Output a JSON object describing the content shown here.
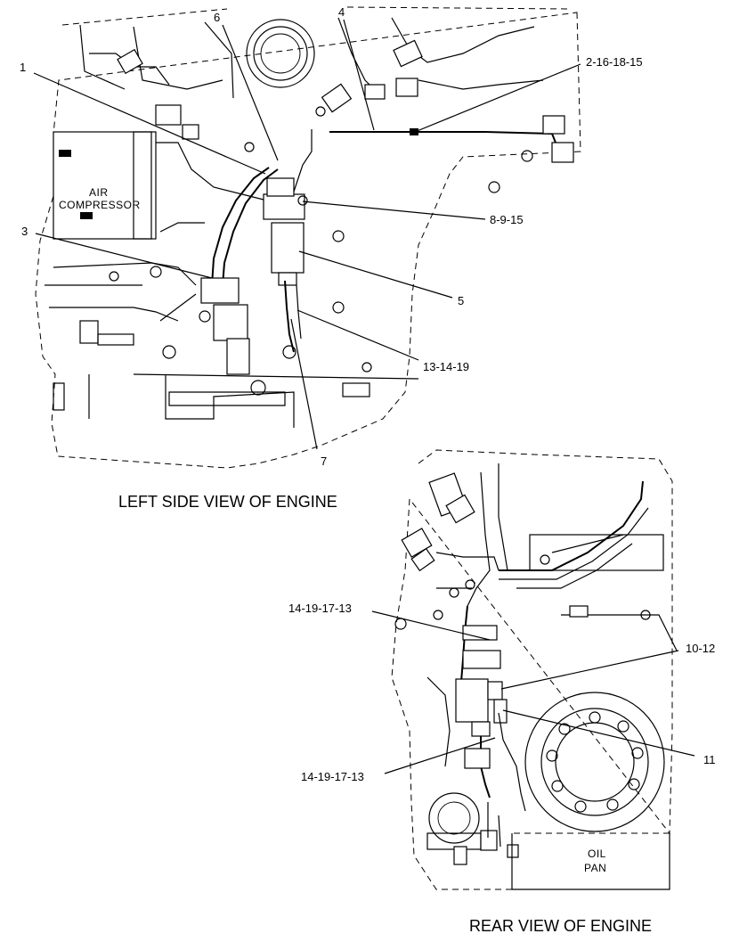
{
  "views": {
    "left": {
      "caption": "LEFT SIDE VIEW OF ENGINE"
    },
    "rear": {
      "caption": "REAR VIEW OF ENGINE"
    }
  },
  "component_labels": {
    "air_compressor": [
      "AIR",
      "COMPRESSOR"
    ],
    "oil_pan": [
      "OIL",
      "PAN"
    ]
  },
  "callouts": {
    "c1": "1",
    "c6": "6",
    "c4": "4",
    "c2_16_18_15": "2-16-18-15",
    "c8_9_15": "8-9-15",
    "c3": "3",
    "c5": "5",
    "c13_14_19": "13-14-19",
    "c7": "7",
    "c14_19_17_13_top": "14-19-17-13",
    "c10_12": "10-12",
    "c11": "11",
    "c14_19_17_13_bottom": "14-19-17-13"
  }
}
